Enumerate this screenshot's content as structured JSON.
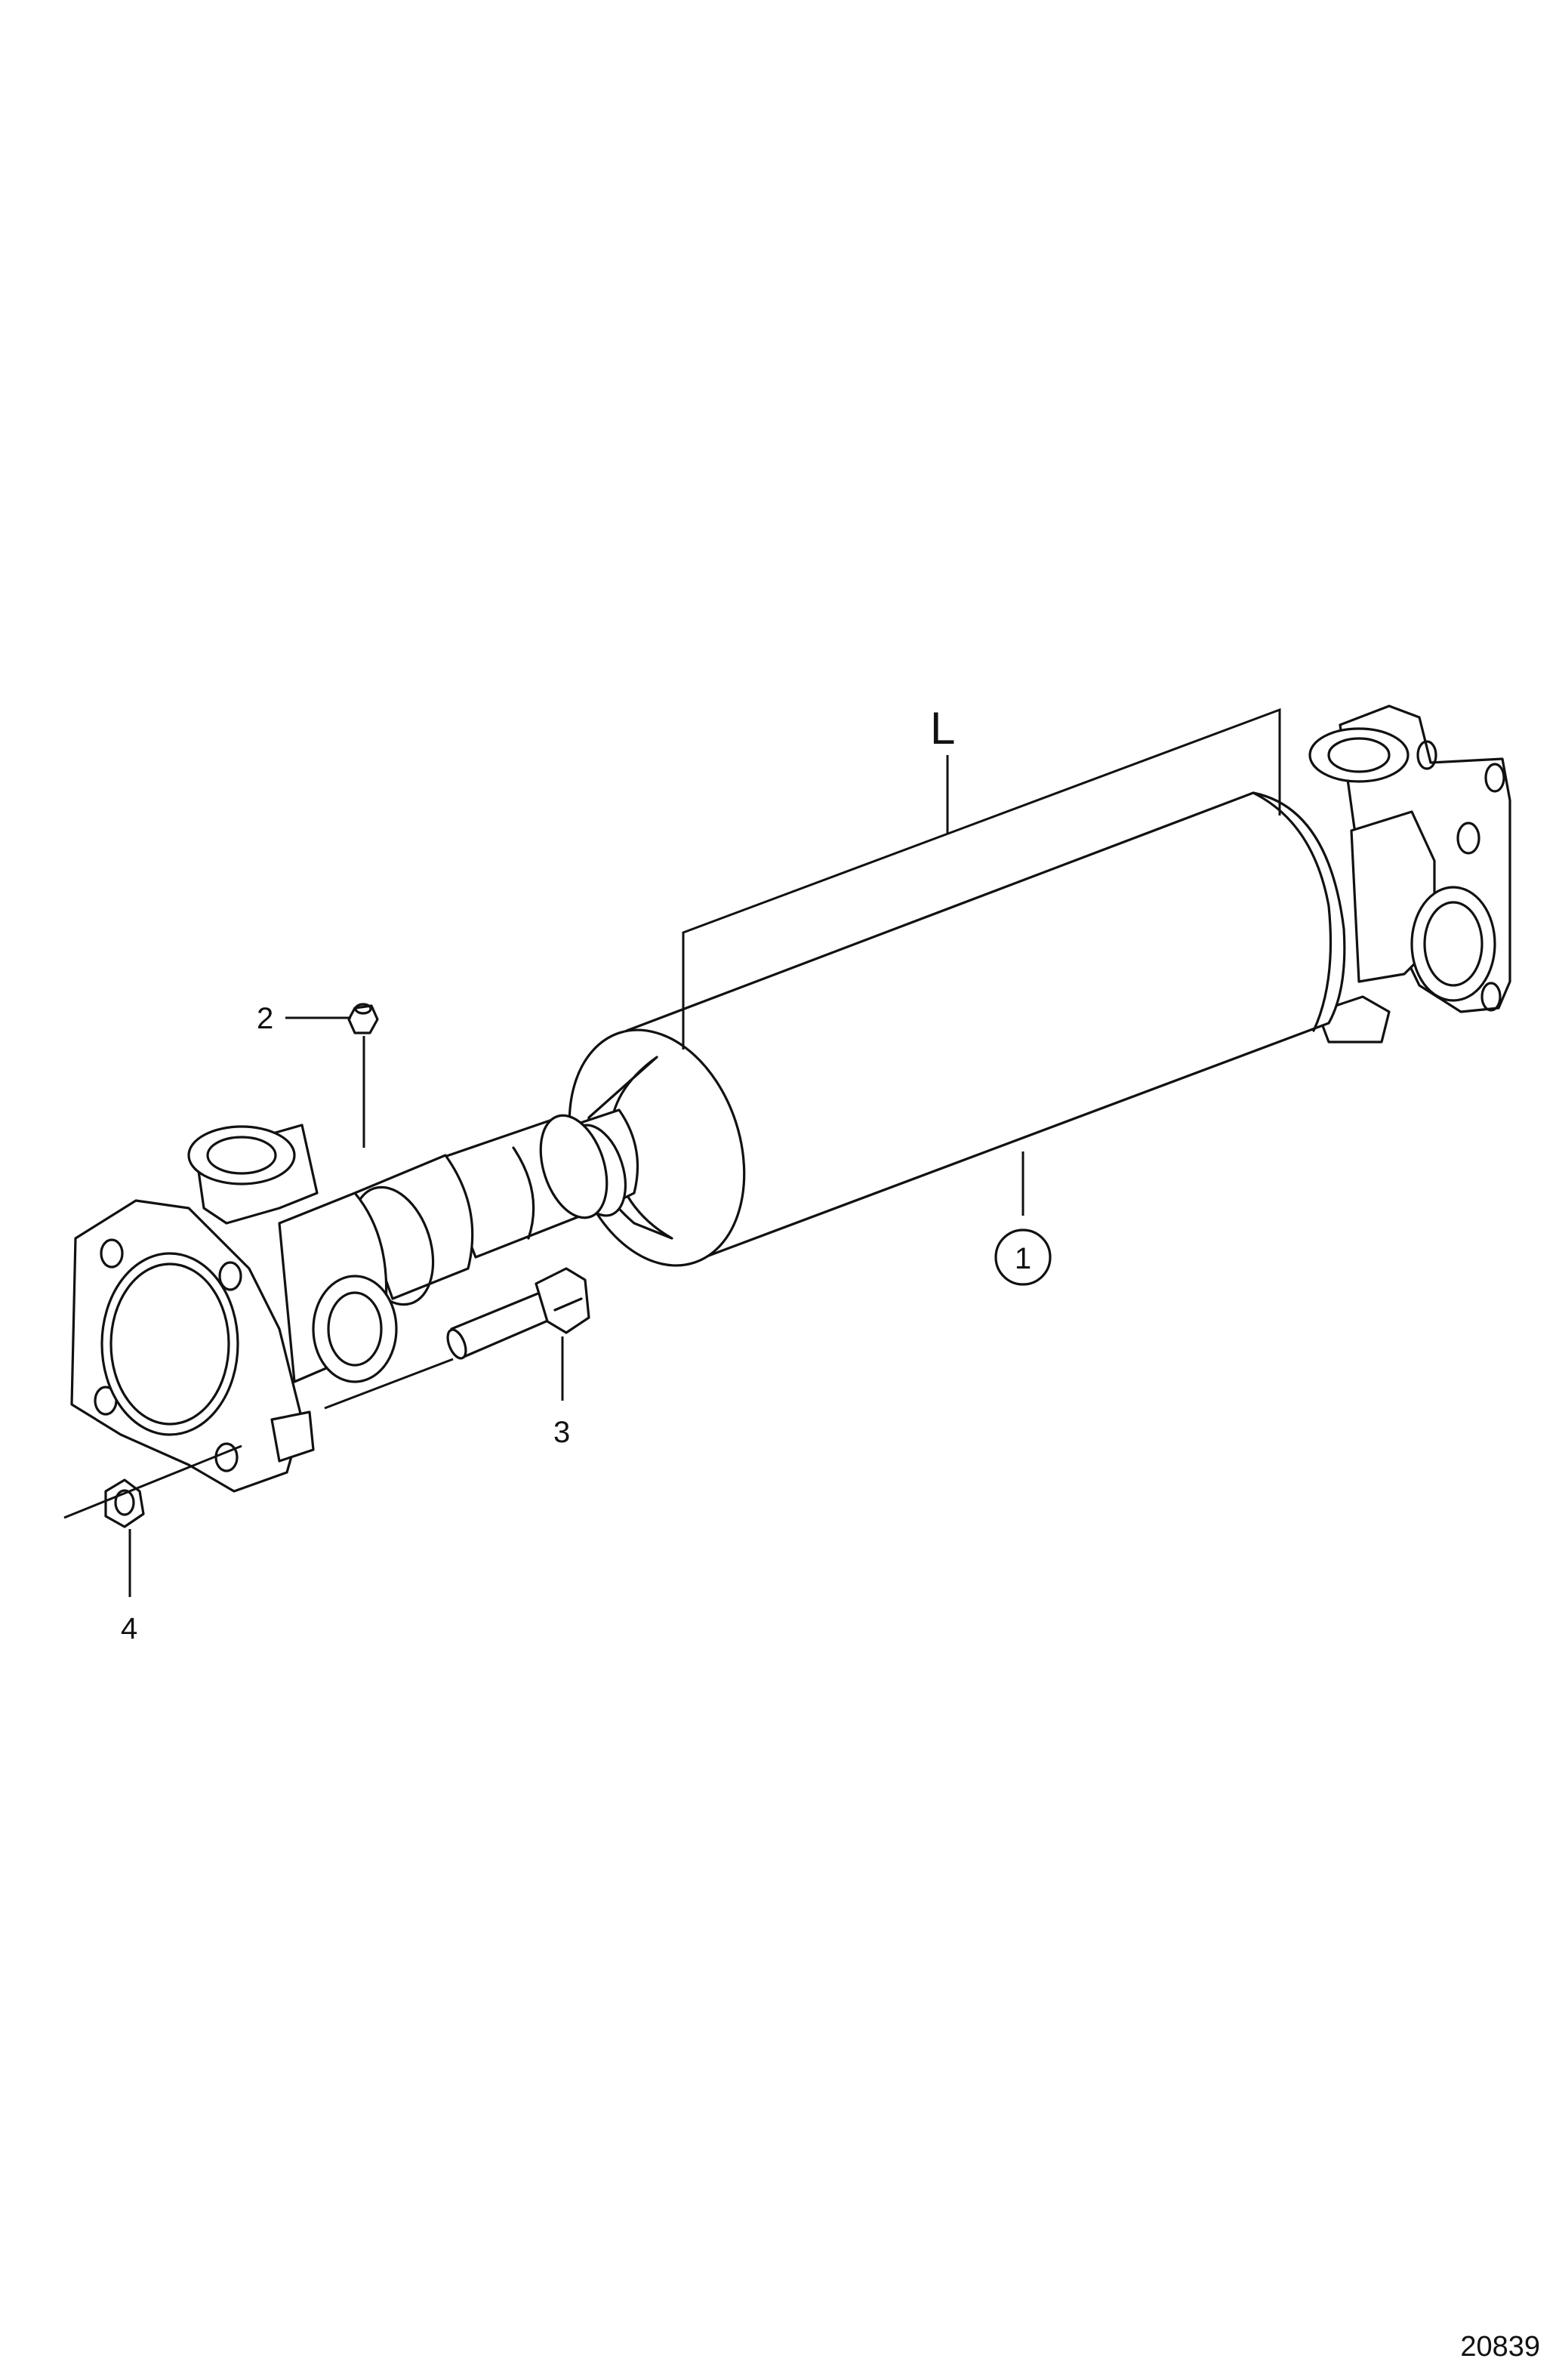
{
  "diagram": {
    "parts": {
      "propeller_shaft": "1",
      "grease_nipple": "2",
      "bolt": "3",
      "nut": "4"
    },
    "dimension_label": "L",
    "figure_number": "20839"
  }
}
